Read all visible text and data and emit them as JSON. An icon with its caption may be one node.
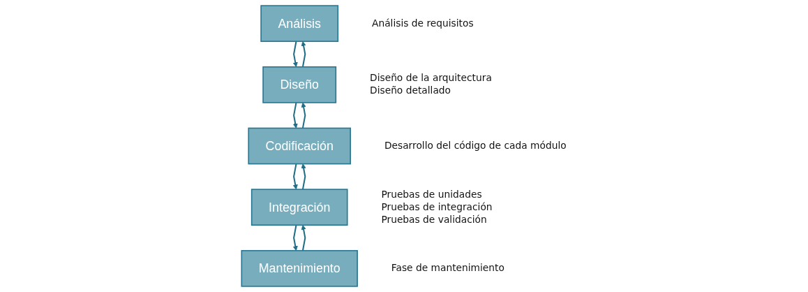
{
  "diagram": {
    "nodes": [
      {
        "text": [
          "Análisis"
        ],
        "beside": [
          "Análisis de requisitos"
        ]
      },
      {
        "text": [
          "Diseño"
        ],
        "beside": [
          "Diseño de la arquitectura",
          "Diseño detallado"
        ]
      },
      {
        "text": [
          "Codificación"
        ],
        "beside": [
          "Desarrollo del código de cada módulo"
        ]
      },
      {
        "text": [
          "Integración"
        ],
        "beside": [
          "Pruebas de unidades",
          "Pruebas de integración",
          "Pruebas de validación"
        ]
      },
      {
        "text": [
          "Mantenimiento"
        ],
        "beside": [
          "Fase de mantenimiento"
        ]
      }
    ],
    "edges": [
      {
        "from": 0,
        "to": 1,
        "arrow": "to"
      },
      {
        "from": 1,
        "to": 0,
        "arrow": "to"
      },
      {
        "from": 1,
        "to": 2,
        "arrow": "to"
      },
      {
        "from": 2,
        "to": 1,
        "arrow": "to"
      },
      {
        "from": 2,
        "to": 3,
        "arrow": "to"
      },
      {
        "from": 3,
        "to": 2,
        "arrow": "to"
      },
      {
        "from": 3,
        "to": 4,
        "arrow": "to"
      },
      {
        "from": 4,
        "to": 3,
        "arrow": "to"
      }
    ]
  }
}
